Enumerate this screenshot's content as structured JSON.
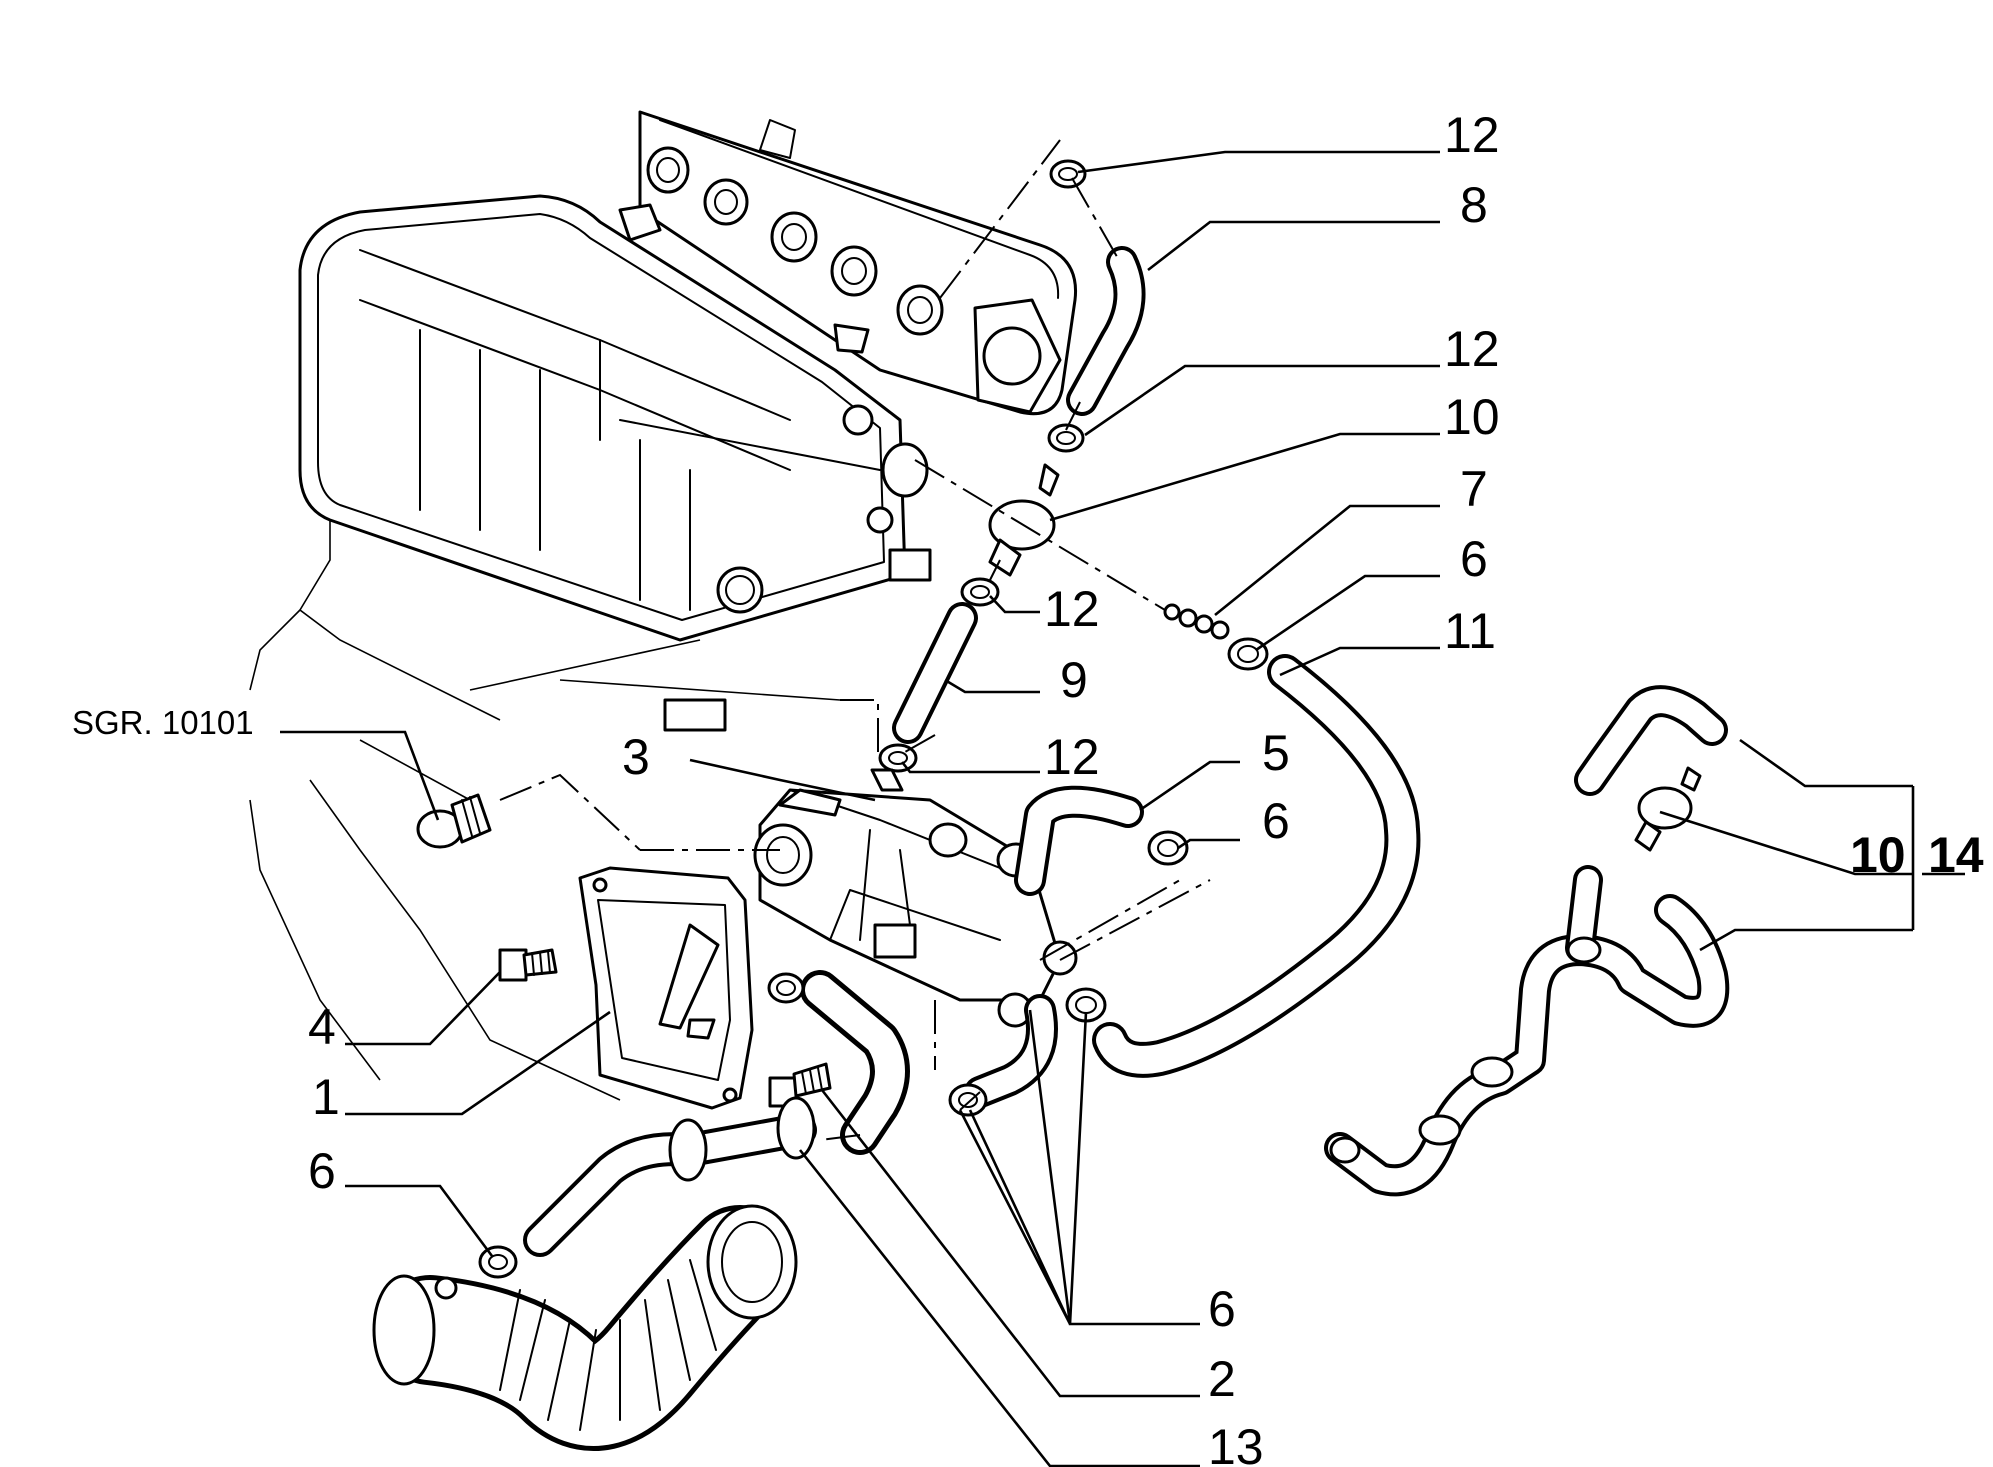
{
  "reference": "SGR. 10101",
  "callouts": [
    {
      "id": "c-12-top",
      "text": "12"
    },
    {
      "id": "c-8",
      "text": "8"
    },
    {
      "id": "c-12-b",
      "text": "12"
    },
    {
      "id": "c-10",
      "text": "10"
    },
    {
      "id": "c-7",
      "text": "7"
    },
    {
      "id": "c-6-a",
      "text": "6"
    },
    {
      "id": "c-11",
      "text": "11"
    },
    {
      "id": "c-12-c",
      "text": "12"
    },
    {
      "id": "c-9",
      "text": "9"
    },
    {
      "id": "c-3",
      "text": "3"
    },
    {
      "id": "c-12-d",
      "text": "12"
    },
    {
      "id": "c-5",
      "text": "5"
    },
    {
      "id": "c-6-b",
      "text": "6"
    },
    {
      "id": "c-10-b",
      "text": "10"
    },
    {
      "id": "c-14",
      "text": "14"
    },
    {
      "id": "c-4",
      "text": "4"
    },
    {
      "id": "c-1",
      "text": "1"
    },
    {
      "id": "c-6-c",
      "text": "6"
    },
    {
      "id": "c-6-d",
      "text": "6"
    },
    {
      "id": "c-2",
      "text": "2"
    },
    {
      "id": "c-13",
      "text": "13"
    }
  ]
}
